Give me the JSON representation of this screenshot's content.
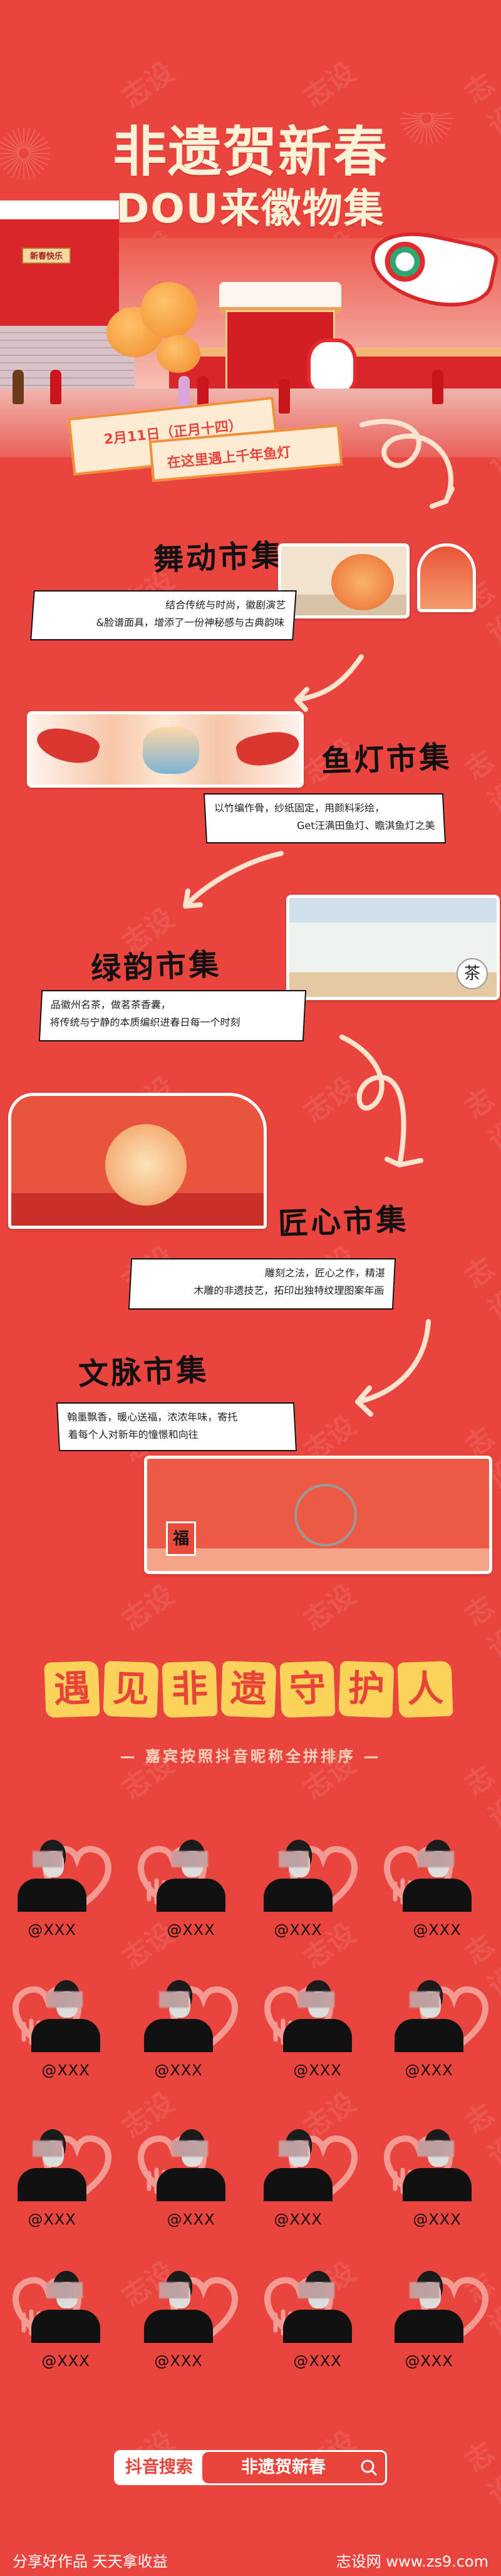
{
  "colors": {
    "background": "#e9443d",
    "cream": "#fdf1d8",
    "accent_yellow": "#fbd35b",
    "banner_border": "#f28f39"
  },
  "watermark": "志设",
  "hero": {
    "title_line1": "非遗贺新春",
    "title_line2": "DOU来徽物集",
    "pavilion_sign": "新春快乐"
  },
  "date_banner": {
    "line1": "2月11日（正月十四）",
    "line2": "在这里遇上千年鱼灯"
  },
  "markets": [
    {
      "title": "舞动市集",
      "description": [
        "结合传统与时尚，徽剧演艺",
        "&脸谱面具，增添了一份神秘感与古典韵味"
      ]
    },
    {
      "title": "鱼灯市集",
      "description": [
        "以竹编作骨，纱纸固定，用颜料彩绘，",
        "Get汪满田鱼灯、瞻淇鱼灯之美"
      ]
    },
    {
      "title": "绿韵市集",
      "description": [
        "品徽州名茶，做茗茶香囊，",
        "将传统与宁静的本质编织进春日每一个时刻"
      ],
      "sign": "茶"
    },
    {
      "title": "匠心市集",
      "description": [
        "雕刻之法，匠心之作，精湛",
        "木雕的非遗技艺，拓印出独特纹理图案年画"
      ]
    },
    {
      "title": "文脉市集",
      "description": [
        "翰墨飘香，暖心送福，浓浓年味，寄托",
        "着每个人对新年的憧憬和向往"
      ],
      "sign": "福"
    }
  ],
  "guardians": {
    "heading": [
      "遇",
      "见",
      "非",
      "遗",
      "守",
      "护",
      "人"
    ],
    "subtitle": "— 嘉宾按照抖音昵称全拼排序 —",
    "guests": [
      "@XXX",
      "@XXX",
      "@XXX",
      "@XXX",
      "@XXX",
      "@XXX",
      "@XXX",
      "@XXX",
      "@XXX",
      "@XXX",
      "@XXX",
      "@XXX",
      "@XXX",
      "@XXX",
      "@XXX",
      "@XXX"
    ]
  },
  "search": {
    "label": "抖音搜索",
    "query": "非遗贺新春",
    "icon": "search-icon"
  },
  "footer": {
    "left": "分享好作品 天天拿收益",
    "right": "志设网 www.zs9.com"
  }
}
